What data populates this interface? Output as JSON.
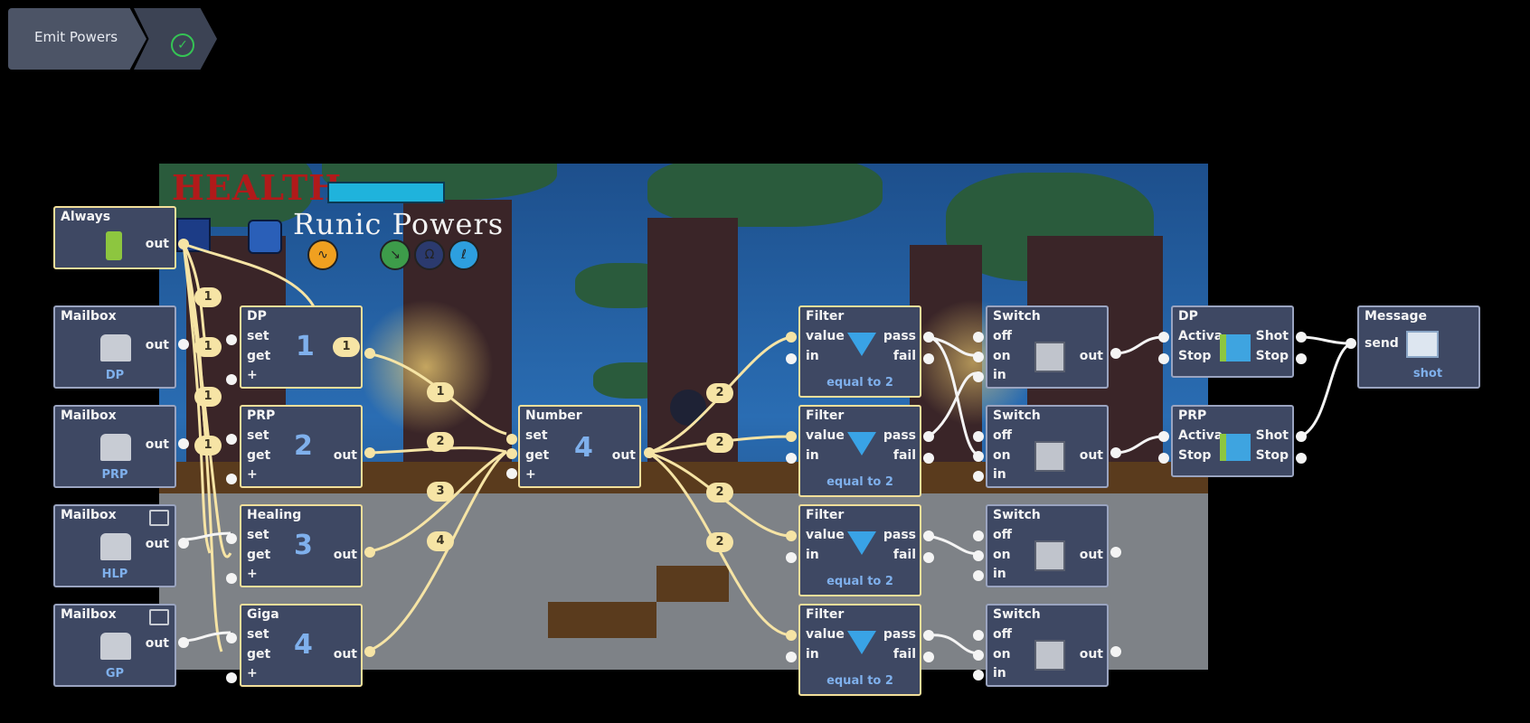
{
  "title": {
    "label": "Emit Powers",
    "status_icon": "check-circle-icon"
  },
  "hud": {
    "health_label": "HEALTH:",
    "subtitle": "Runic Powers"
  },
  "nodes": {
    "always": {
      "title": "Always",
      "out": "out"
    },
    "mailbox_dp": {
      "title": "Mailbox",
      "out": "out",
      "name": "DP"
    },
    "mailbox_prp": {
      "title": "Mailbox",
      "out": "out",
      "name": "PRP"
    },
    "mailbox_hlp": {
      "title": "Mailbox",
      "out": "out",
      "name": "HLP"
    },
    "mailbox_gp": {
      "title": "Mailbox",
      "out": "out",
      "name": "GP"
    },
    "num_dp": {
      "title": "DP",
      "set": "set",
      "get": "get",
      "plus": "+",
      "value": "1"
    },
    "num_prp": {
      "title": "PRP",
      "set": "set",
      "get": "get",
      "plus": "+",
      "value": "2",
      "out": "out"
    },
    "num_healing": {
      "title": "Healing",
      "set": "set",
      "get": "get",
      "plus": "+",
      "value": "3",
      "out": "out"
    },
    "num_giga": {
      "title": "Giga",
      "set": "set",
      "get": "get",
      "plus": "+",
      "value": "4",
      "out": "out"
    },
    "number": {
      "title": "Number",
      "set": "set",
      "get": "get",
      "plus": "+",
      "value": "4",
      "out": "out"
    },
    "filters": [
      {
        "title": "Filter",
        "value": "value",
        "in": "in",
        "pass": "pass",
        "fail": "fail",
        "cond": "equal to 2"
      },
      {
        "title": "Filter",
        "value": "value",
        "in": "in",
        "pass": "pass",
        "fail": "fail",
        "cond": "equal to 2"
      },
      {
        "title": "Filter",
        "value": "value",
        "in": "in",
        "pass": "pass",
        "fail": "fail",
        "cond": "equal to 2"
      },
      {
        "title": "Filter",
        "value": "value",
        "in": "in",
        "pass": "pass",
        "fail": "fail",
        "cond": "equal to 2"
      }
    ],
    "switches": [
      {
        "title": "Switch",
        "off": "off",
        "on": "on",
        "in": "in",
        "out": "out"
      },
      {
        "title": "Switch",
        "off": "off",
        "on": "on",
        "in": "in",
        "out": "out"
      },
      {
        "title": "Switch",
        "off": "off",
        "on": "on",
        "in": "in",
        "out": "out"
      },
      {
        "title": "Switch",
        "off": "off",
        "on": "on",
        "in": "in",
        "out": "out"
      }
    ],
    "emit_dp": {
      "title": "DP",
      "activa": "Activa",
      "stop": "Stop",
      "shot": "Shot",
      "stop_out": "Stop"
    },
    "emit_prp": {
      "title": "PRP",
      "activa": "Activa",
      "stop": "Stop",
      "shot": "Shot",
      "stop_out": "Stop"
    },
    "message": {
      "title": "Message",
      "send": "send",
      "name": "shot"
    }
  },
  "badges": {
    "b1": "1",
    "b2": "1",
    "b3": "1",
    "b4": "1",
    "b5": "1",
    "b6": "1",
    "b7": "2",
    "b8": "3",
    "b9": "4",
    "f1": "2",
    "f2": "2",
    "f3": "2",
    "f4": "2"
  }
}
